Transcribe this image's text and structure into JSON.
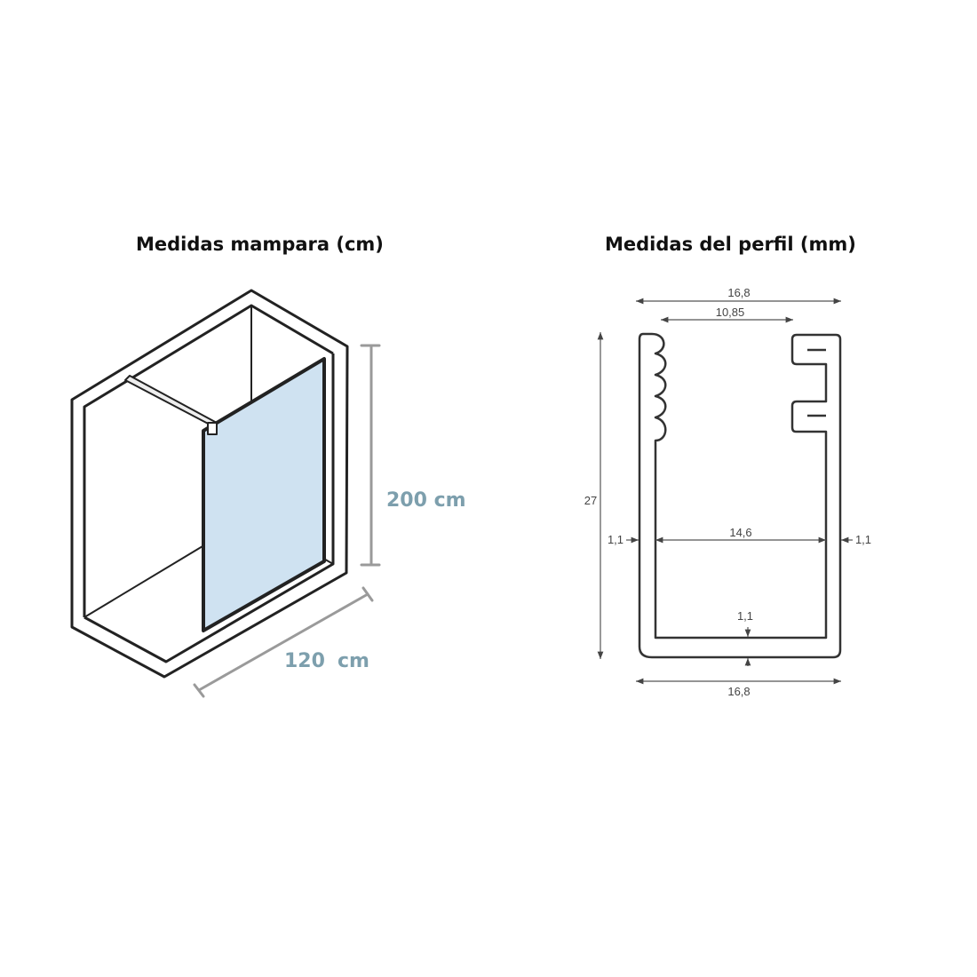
{
  "left_panel": {
    "title": "Medidas mampara (cm)",
    "height_value": "200",
    "height_unit": "cm",
    "width_value": "120",
    "width_unit": "cm"
  },
  "right_panel": {
    "title": "Medidas del perfil (mm)",
    "dims": {
      "top_width": "16,8",
      "inner_top": "10,85",
      "height": "27",
      "inner_width": "14,6",
      "left_wall": "1,1",
      "right_wall": "1,1",
      "base": "1,1",
      "bottom_width": "16,8"
    }
  },
  "colors": {
    "dimension_label": "#7d9fad",
    "glass": "#cfe2f1",
    "frame": "#222222",
    "dimension_line": "#9a9a9a"
  }
}
